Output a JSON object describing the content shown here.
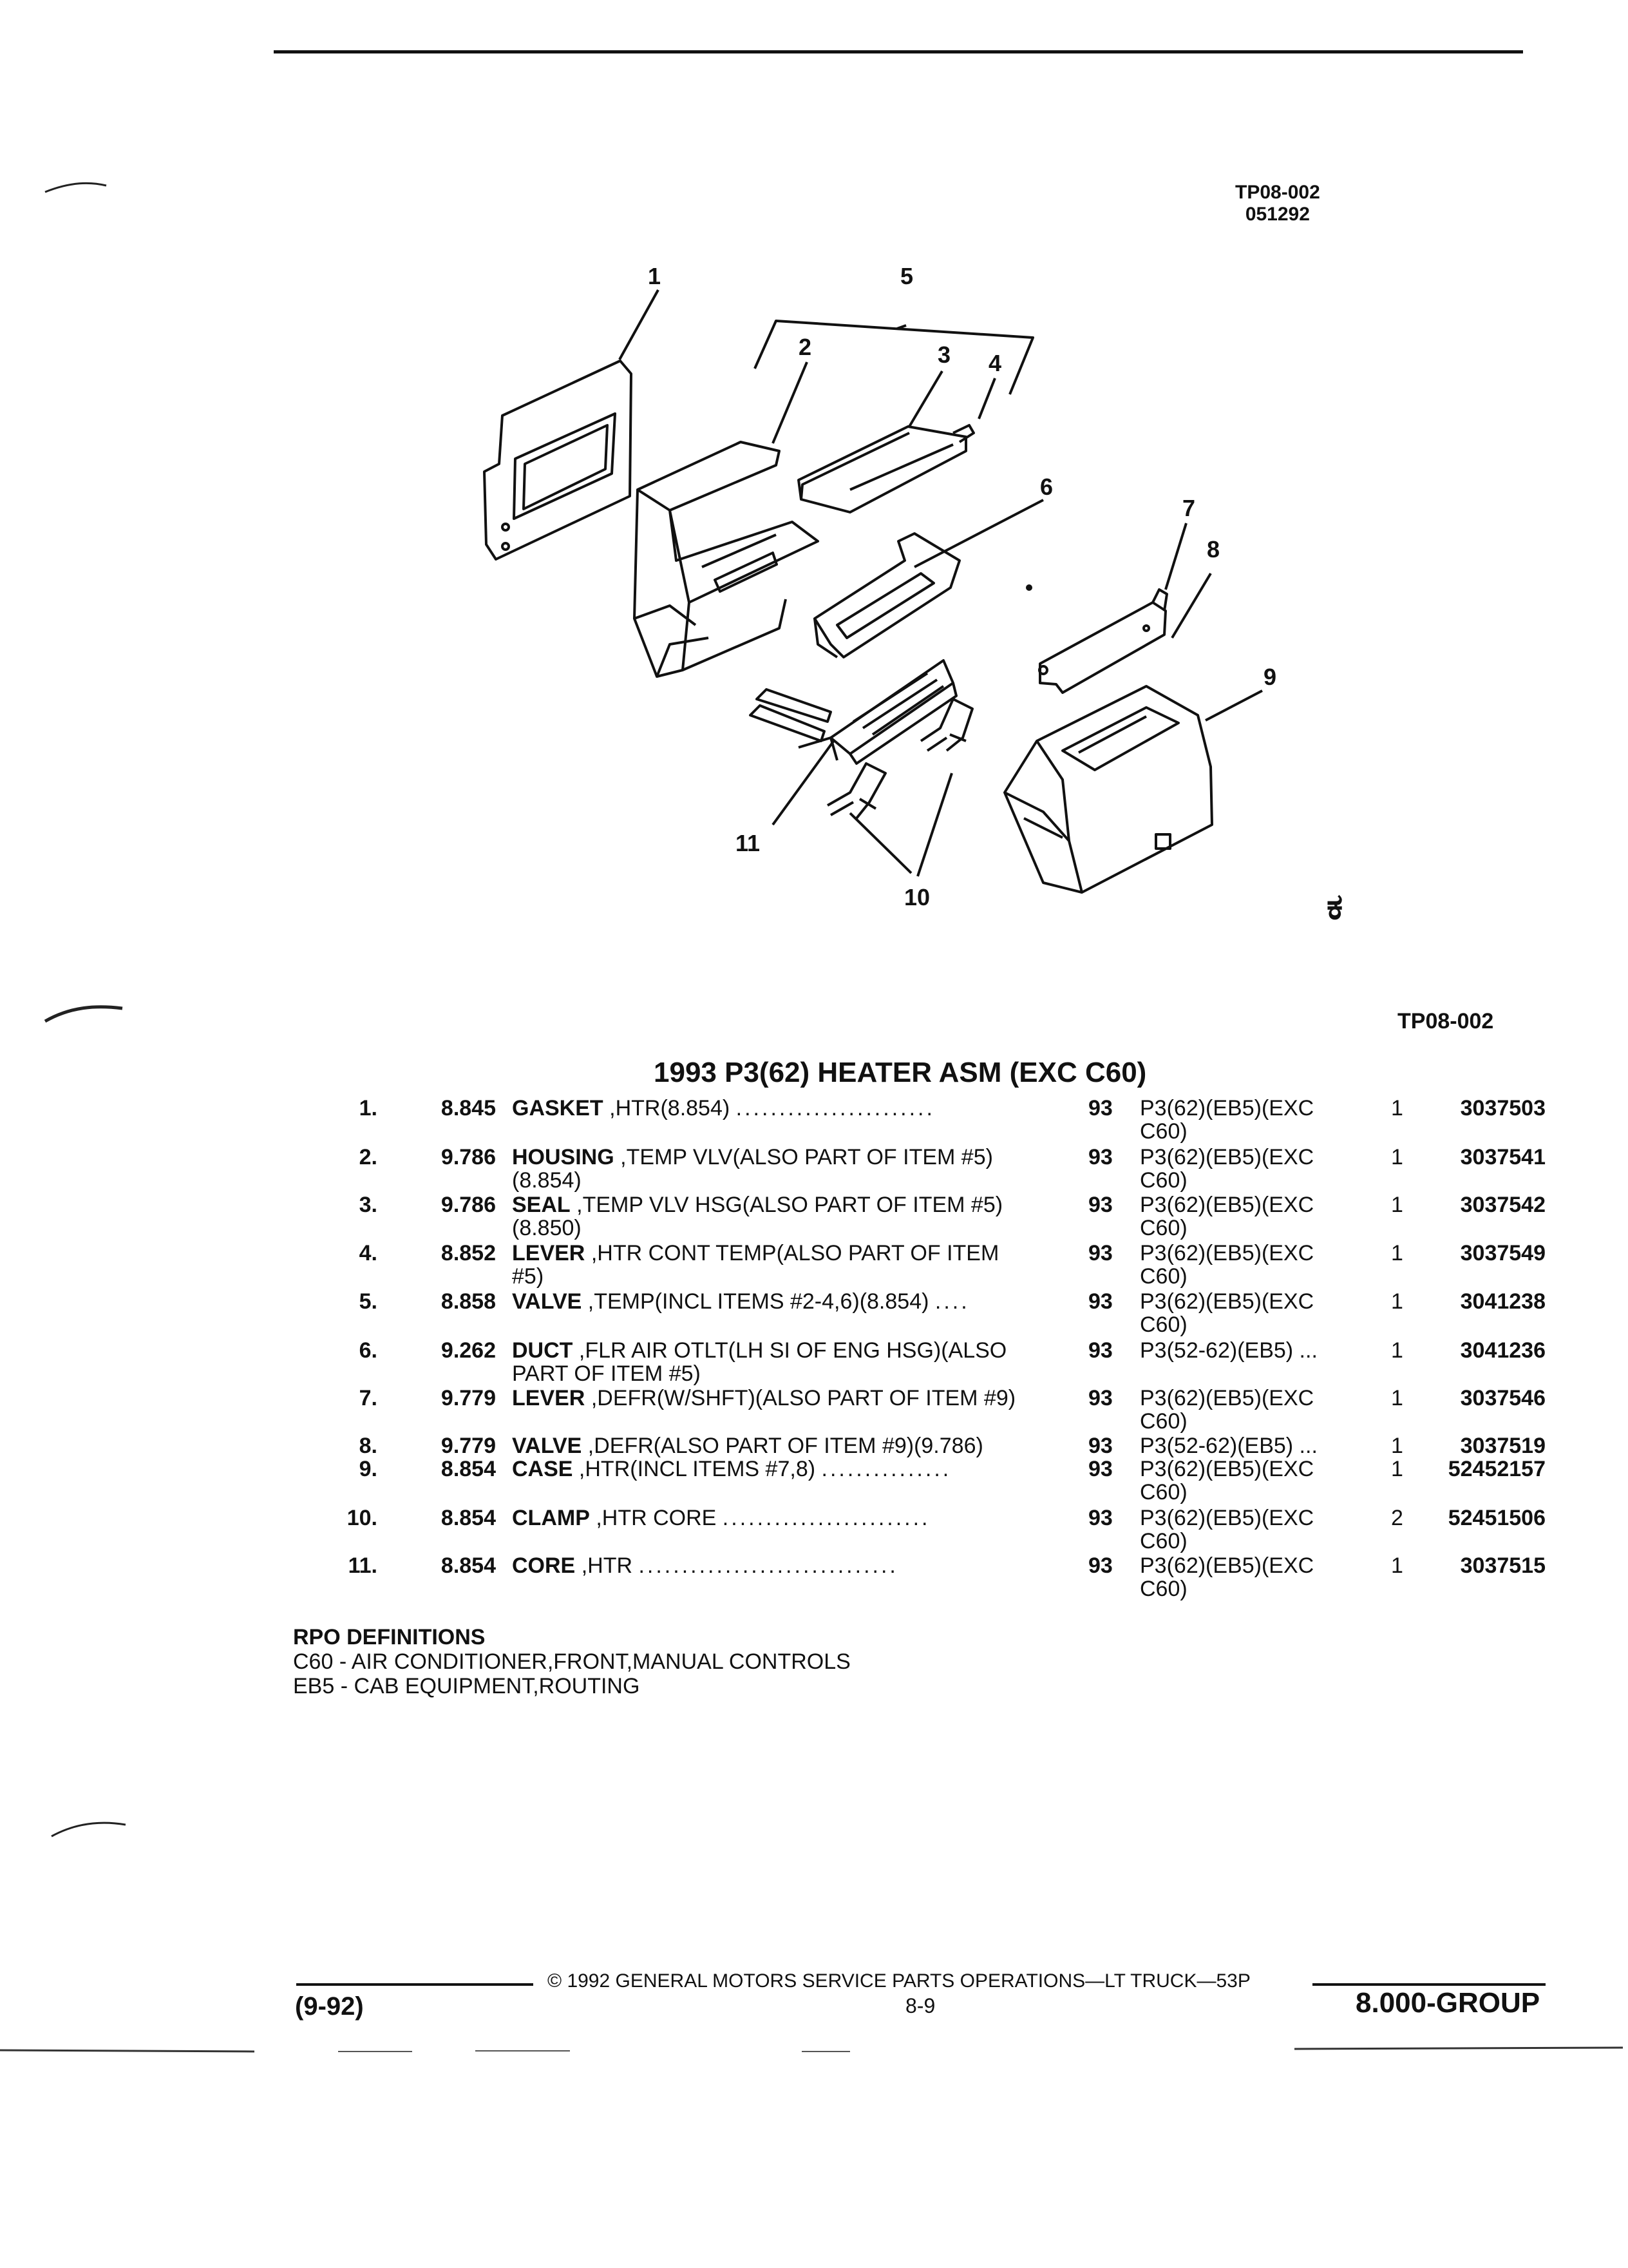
{
  "header": {
    "code_line1": "TP08-002",
    "code_line2": "051292",
    "ref_code": "TP08-002"
  },
  "diagram": {
    "callouts": [
      "1",
      "2",
      "3",
      "4",
      "5",
      "6",
      "7",
      "8",
      "9",
      "10",
      "11"
    ],
    "logo_glyph": "ಕ"
  },
  "section_title": "1993 P3(62) HEATER ASM (EXC C60)",
  "parts": [
    {
      "num": "1.",
      "group": "8.845",
      "name": "GASKET",
      "desc": ",HTR(8.854)",
      "dots": ".......................",
      "year": "93",
      "app": "P3(62)(EB5)(EXC C60)",
      "qty": "1",
      "part": "3037503"
    },
    {
      "num": "2.",
      "group": "9.786",
      "name": "HOUSING",
      "desc": ",TEMP VLV(ALSO PART OF ITEM #5) (8.854)",
      "dots": "",
      "year": "93",
      "app": "P3(62)(EB5)(EXC C60)",
      "qty": "1",
      "part": "3037541"
    },
    {
      "num": "3.",
      "group": "9.786",
      "name": "SEAL",
      "desc": ",TEMP VLV HSG(ALSO PART OF ITEM #5)(8.850)",
      "dots": "",
      "year": "93",
      "app": "P3(62)(EB5)(EXC C60)",
      "qty": "1",
      "part": "3037542"
    },
    {
      "num": "4.",
      "group": "8.852",
      "name": "LEVER",
      "desc": ",HTR CONT TEMP(ALSO PART OF ITEM #5)",
      "dots": "",
      "year": "93",
      "app": "P3(62)(EB5)(EXC C60)",
      "qty": "1",
      "part": "3037549"
    },
    {
      "num": "5.",
      "group": "8.858",
      "name": "VALVE",
      "desc": ",TEMP(INCL ITEMS #2-4,6)(8.854)",
      "dots": "....",
      "year": "93",
      "app": "P3(62)(EB5)(EXC C60)",
      "qty": "1",
      "part": "3041238"
    },
    {
      "num": "6.",
      "group": "9.262",
      "name": "DUCT",
      "desc": ",FLR AIR OTLT(LH SI OF ENG HSG)(ALSO PART OF ITEM #5)",
      "dots": "",
      "year": "93",
      "app": "P3(52-62)(EB5) ...",
      "qty": "1",
      "part": "3041236"
    },
    {
      "num": "7.",
      "group": "9.779",
      "name": "LEVER",
      "desc": ",DEFR(W/SHFT)(ALSO PART OF ITEM #9)",
      "dots": "",
      "year": "93",
      "app": "P3(62)(EB5)(EXC C60)",
      "qty": "1",
      "part": "3037546"
    },
    {
      "num": "8.",
      "group": "9.779",
      "name": "VALVE",
      "desc": ",DEFR(ALSO PART OF ITEM #9)(9.786)",
      "dots": "",
      "year": "93",
      "app": "P3(52-62)(EB5) ...",
      "qty": "1",
      "part": "3037519"
    },
    {
      "num": "9.",
      "group": "8.854",
      "name": "CASE",
      "desc": ",HTR(INCL ITEMS #7,8)",
      "dots": "...............",
      "year": "93",
      "app": "P3(62)(EB5)(EXC C60)",
      "qty": "1",
      "part": "52452157"
    },
    {
      "num": "10.",
      "group": "8.854",
      "name": "CLAMP",
      "desc": ",HTR CORE",
      "dots": "........................",
      "year": "93",
      "app": "P3(62)(EB5)(EXC C60)",
      "qty": "2",
      "part": "52451506"
    },
    {
      "num": "11.",
      "group": "8.854",
      "name": "CORE",
      "desc": ",HTR",
      "dots": "..............................",
      "year": "93",
      "app": "P3(62)(EB5)(EXC C60)",
      "qty": "1",
      "part": "3037515"
    }
  ],
  "rpo": {
    "heading": "RPO DEFINITIONS",
    "lines": [
      "C60 - AIR CONDITIONER,FRONT,MANUAL CONTROLS",
      "EB5 - CAB EQUIPMENT,ROUTING"
    ]
  },
  "footer": {
    "copyright": "©  1992  GENERAL MOTORS SERVICE PARTS OPERATIONS—LT TRUCK—53P",
    "date": "(9-92)",
    "page": "8-9",
    "group": "8.000-GROUP"
  }
}
